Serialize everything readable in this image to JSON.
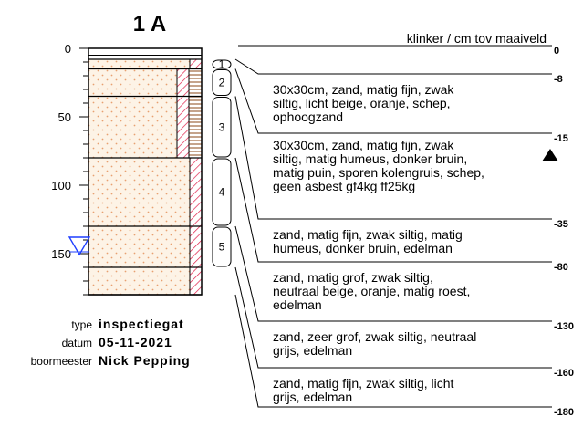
{
  "title": "1 A",
  "header": "klinker / cm tov maaiveld",
  "axis": {
    "ticks": [
      "0",
      "50",
      "100",
      "150"
    ],
    "range_cm": [
      0,
      180
    ]
  },
  "meta": {
    "type_label": "type",
    "type_value": "inspectiegat",
    "date_label": "datum",
    "date_value": "05-11-2021",
    "driller_label": "boormeester",
    "driller_value": "Nick Pepping"
  },
  "layers": [
    {
      "from": 0,
      "to": 8,
      "depth_label": "-8",
      "lines": [
        "30x30cm, zand, matig fijn, zwak",
        "siltig, licht beige, oranje, schep,",
        "ophoogzand"
      ]
    },
    {
      "from": 8,
      "to": 15,
      "depth_label": "-15",
      "lines": [
        "30x30cm, zand, matig fijn, zwak",
        "siltig, matig humeus, donker bruin,",
        "matig puin, sporen kolengruis, schep,",
        "geen asbest gf4kg ff25kg"
      ]
    },
    {
      "from": 15,
      "to": 35,
      "depth_label": "-35",
      "lines": [
        "zand, matig fijn, zwak siltig, matig",
        "humeus, donker bruin, edelman"
      ]
    },
    {
      "from": 35,
      "to": 80,
      "depth_label": "-80",
      "lines": [
        "zand, matig grof, zwak siltig,",
        "neutraal beige, oranje, matig roest,",
        "edelman"
      ]
    },
    {
      "from": 80,
      "to": 130,
      "depth_label": "-130",
      "lines": [
        "zand, zeer grof, zwak siltig, neutraal",
        "grijs, edelman"
      ]
    },
    {
      "from": 130,
      "to": 160,
      "depth_label": "-160",
      "lines": [
        "zand, matig fijn, zwak siltig, licht",
        "grijs, edelman"
      ]
    },
    {
      "from": 160,
      "to": 180,
      "depth_label": "-180",
      "lines": []
    }
  ],
  "top_depth_label": "0",
  "samples": [
    {
      "label": "1",
      "from": 8,
      "to": 15
    },
    {
      "label": "2",
      "from": 15,
      "to": 35
    },
    {
      "label": "3",
      "from": 35,
      "to": 80
    },
    {
      "label": "4",
      "from": 80,
      "to": 130
    },
    {
      "label": "5",
      "from": 130,
      "to": 160
    }
  ],
  "groundwater_depth_cm": 150,
  "colors": {
    "sand_dots": "#e8a070",
    "sand_fill": "#fdf3e6",
    "hatch_red": "#e0204a",
    "hatch_brown": "#8b4a1a",
    "water": "#1f3fff"
  }
}
